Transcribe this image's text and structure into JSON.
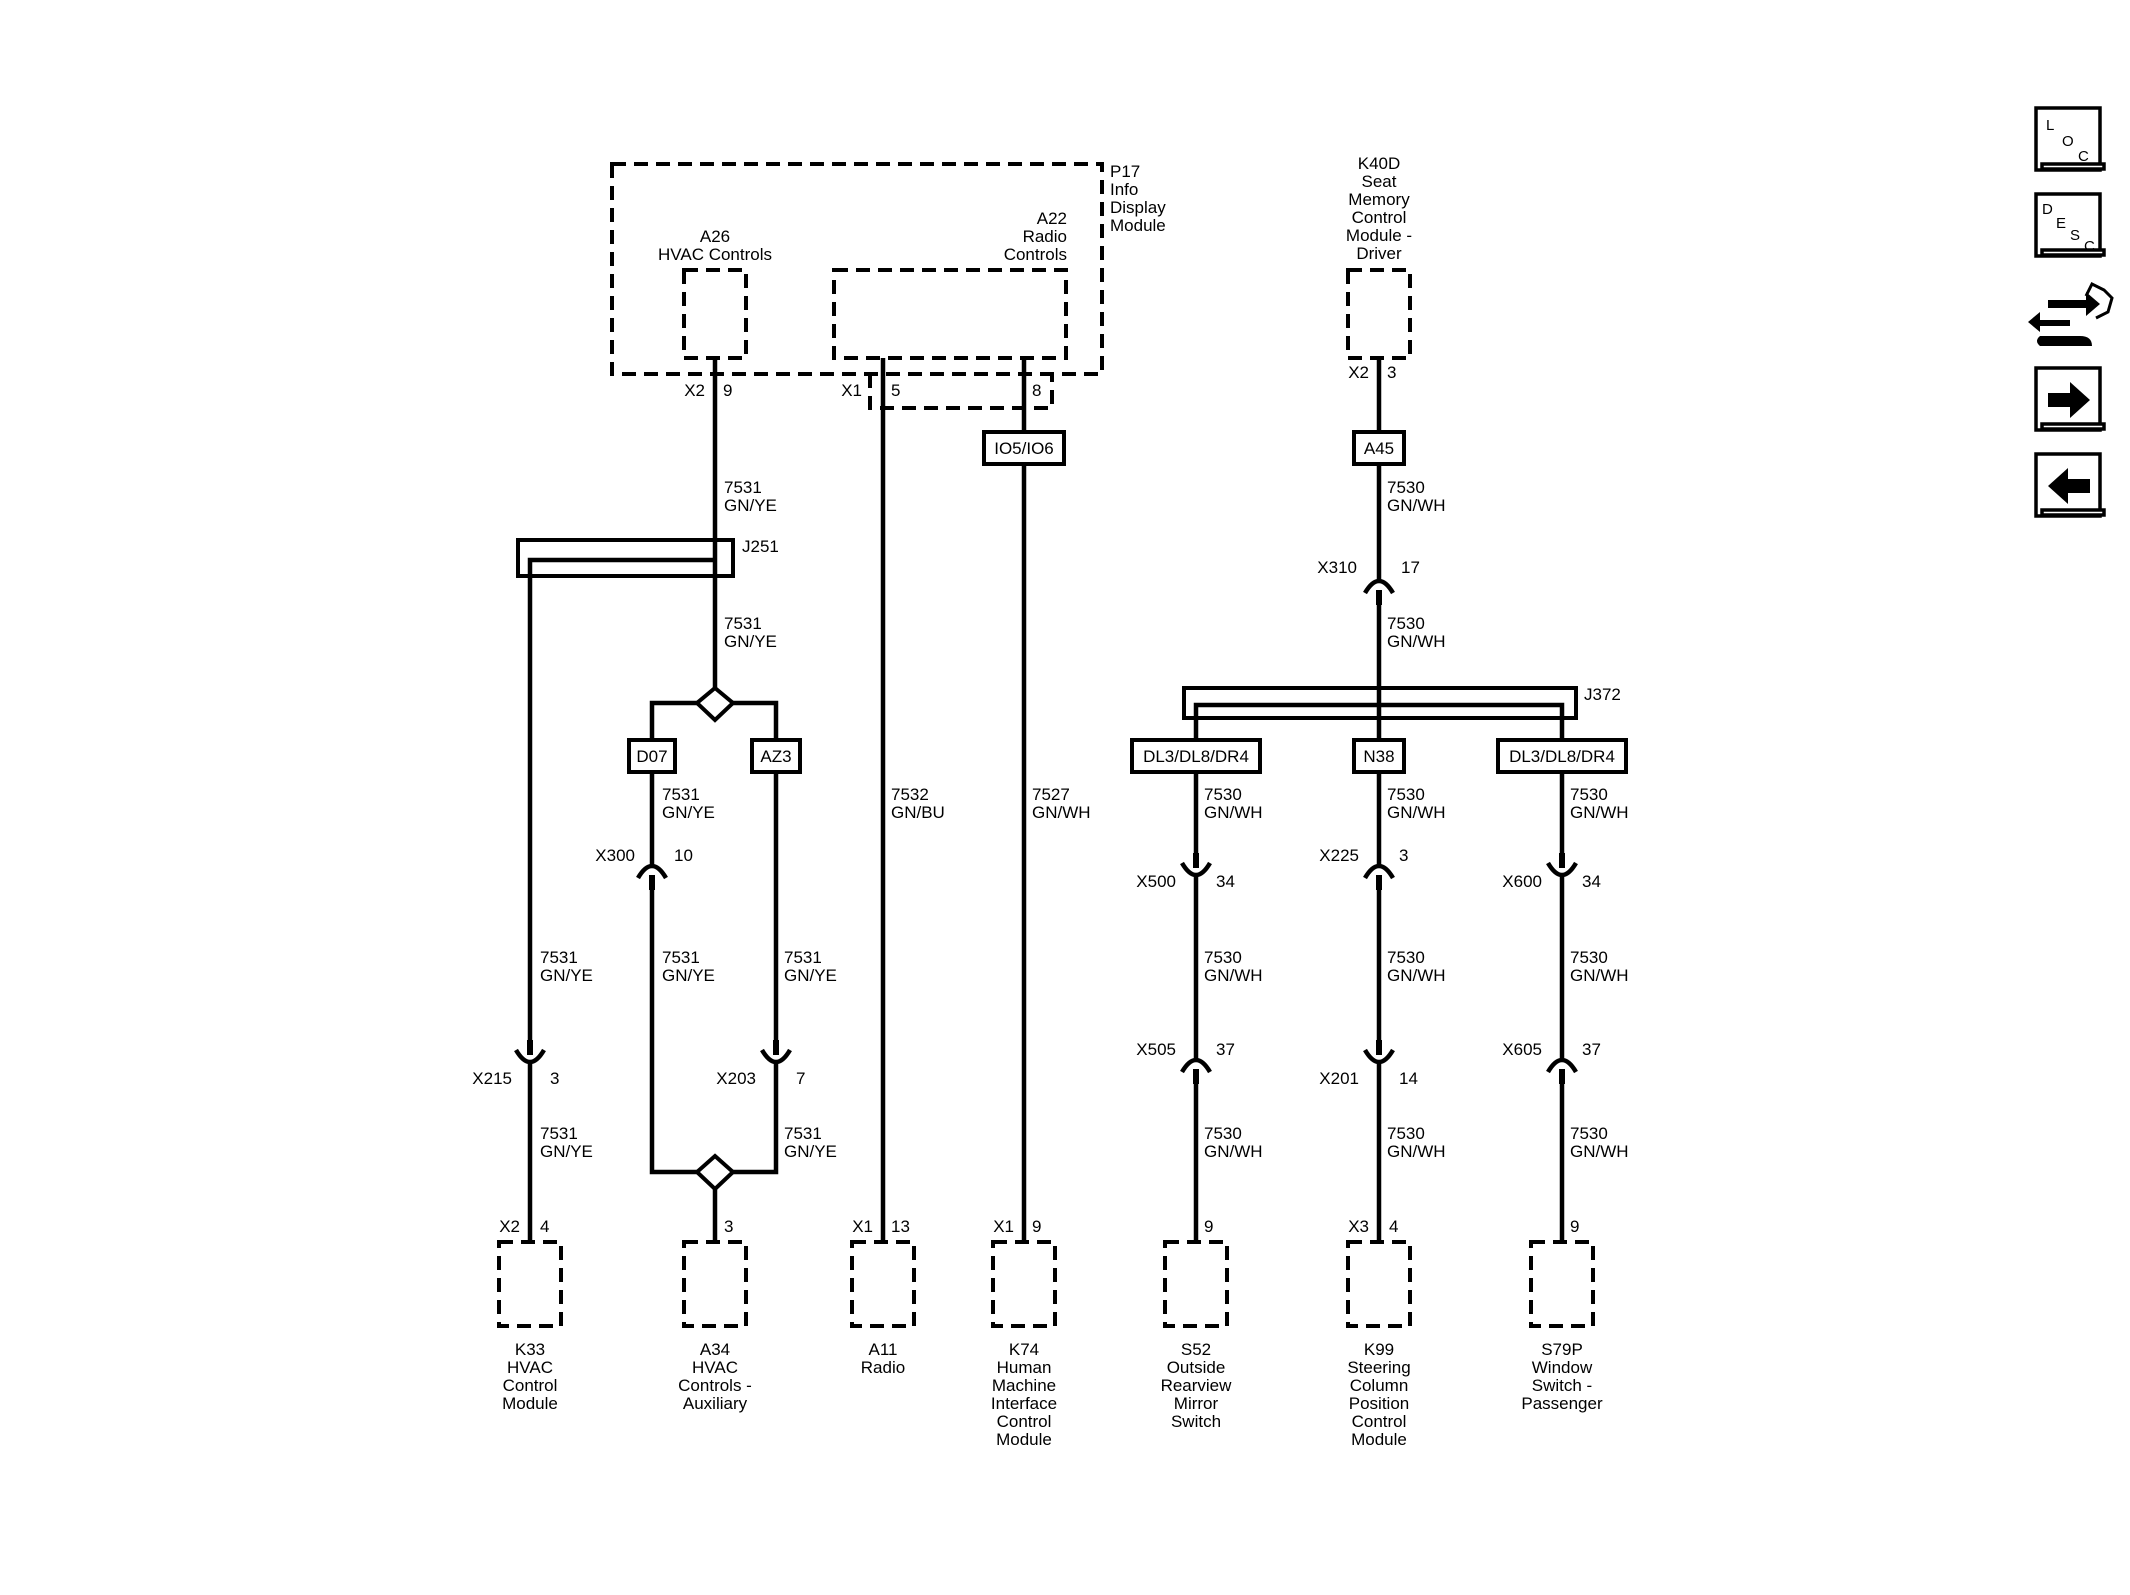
{
  "modules": {
    "p17": [
      "P17",
      "Info",
      "Display",
      "Module"
    ],
    "a26": [
      "A26",
      "HVAC Controls"
    ],
    "a22": [
      "A22",
      "Radio",
      "Controls"
    ],
    "k40d": [
      "K40D",
      "Seat",
      "Memory",
      "Control",
      "Module -",
      "Driver"
    ],
    "k33": [
      "K33",
      "HVAC",
      "Control",
      "Module"
    ],
    "a34": [
      "A34",
      "HVAC",
      "Controls -",
      "Auxiliary"
    ],
    "a11": [
      "A11",
      "Radio"
    ],
    "k74": [
      "K74",
      "Human",
      "Machine",
      "Interface",
      "Control",
      "Module"
    ],
    "s52": [
      "S52",
      "Outside",
      "Rearview",
      "Mirror",
      "Switch"
    ],
    "k99": [
      "K99",
      "Steering",
      "Column",
      "Position",
      "Control",
      "Module"
    ],
    "s79p": [
      "S79P",
      "Window",
      "Switch -",
      "Passenger"
    ]
  },
  "connectors": {
    "a26": {
      "name": "X2",
      "pin": "9"
    },
    "a22_pin5": {
      "name": "X1",
      "pin": "5"
    },
    "a22_pin8": "8",
    "k40d": {
      "name": "X2",
      "pin": "3"
    },
    "x310": {
      "name": "X310",
      "pin": "17"
    },
    "x300": {
      "name": "X300",
      "pin": "10"
    },
    "x215": {
      "name": "X215",
      "pin": "3"
    },
    "x203": {
      "name": "X203",
      "pin": "7"
    },
    "x500": {
      "name": "X500",
      "pin": "34"
    },
    "x225": {
      "name": "X225",
      "pin": "3"
    },
    "x600": {
      "name": "X600",
      "pin": "34"
    },
    "x505": {
      "name": "X505",
      "pin": "37"
    },
    "x201": {
      "name": "X201",
      "pin": "14"
    },
    "x605": {
      "name": "X605",
      "pin": "37"
    },
    "k33": {
      "name": "X2",
      "pin": "4"
    },
    "a34": {
      "pin": "3"
    },
    "a11": {
      "name": "X1",
      "pin": "13"
    },
    "k74": {
      "name": "X1",
      "pin": "9"
    },
    "s52": {
      "pin": "9"
    },
    "k99": {
      "name": "X3",
      "pin": "4"
    },
    "s79p": {
      "pin": "9"
    }
  },
  "splices": {
    "j251": "J251",
    "j372": "J372"
  },
  "options": {
    "io5_io6": "IO5/IO6",
    "a45": "A45",
    "d07": "D07",
    "az3": "AZ3",
    "dl_left": "DL3/DL8/DR4",
    "n38": "N38",
    "dl_right": "DL3/DL8/DR4"
  },
  "circuits": {
    "c7531": "7531",
    "c7530": "7530",
    "c7532": "7532",
    "c7527": "7527",
    "gnye": "GN/YE",
    "gnwh": "GN/WH",
    "gnbu": "GN/BU"
  },
  "nav": {
    "loc": [
      "L",
      "O",
      "C"
    ],
    "desc": [
      "D",
      "E",
      "S",
      "C"
    ],
    "diag_icon": "diagnostic-connector-icon",
    "next_icon": "arrow-right-icon",
    "prev_icon": "arrow-left-icon"
  }
}
